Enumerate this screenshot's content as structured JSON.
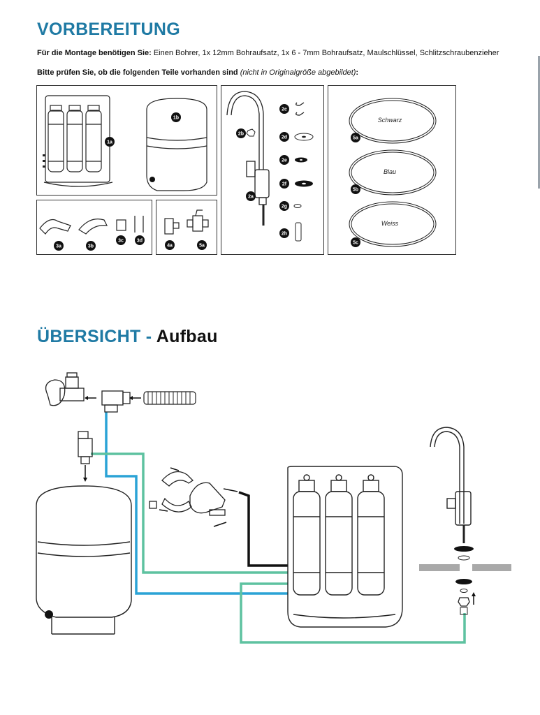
{
  "prep": {
    "title": "VORBEREITUNG",
    "tools_label": "Für die Montage benötigen Sie:",
    "tools_text": " Einen Bohrer, 1x 12mm Bohraufsatz, 1x 6 - 7mm Bohraufsatz, Maulschlüssel, Schlitzschraubenzieher",
    "check_text": "Bitte prüfen Sie, ob die folgenden Teile vorhanden sind ",
    "check_note": "(nicht in Originalgröße abgebildet)",
    "check_colon": ":"
  },
  "parts": {
    "p1a": "1a",
    "p1b": "1b",
    "p2a": "2a",
    "p2b": "2b",
    "p2c": "2c",
    "p2d": "2d",
    "p2e": "2e",
    "p2f": "2f",
    "p2g": "2g",
    "p2h": "2h",
    "p3a": "3a",
    "p3b": "3b",
    "p3c": "3c",
    "p3d": "3d",
    "p4a": "4a",
    "p5a_small": "5a",
    "p5a": "5a",
    "p5b": "5b",
    "p5c": "5c"
  },
  "hoses": {
    "black": "Schwarz",
    "blue": "Blau",
    "white": "Weiss"
  },
  "overview": {
    "title_main": "ÜBERSICHT",
    "title_dash": " - ",
    "title_sub": "Aufbau"
  },
  "colors": {
    "heading_blue": "#1f7aa4",
    "tube_blue": "#2ba3d6",
    "tube_green": "#5ec2a0",
    "tube_black": "#111111"
  }
}
